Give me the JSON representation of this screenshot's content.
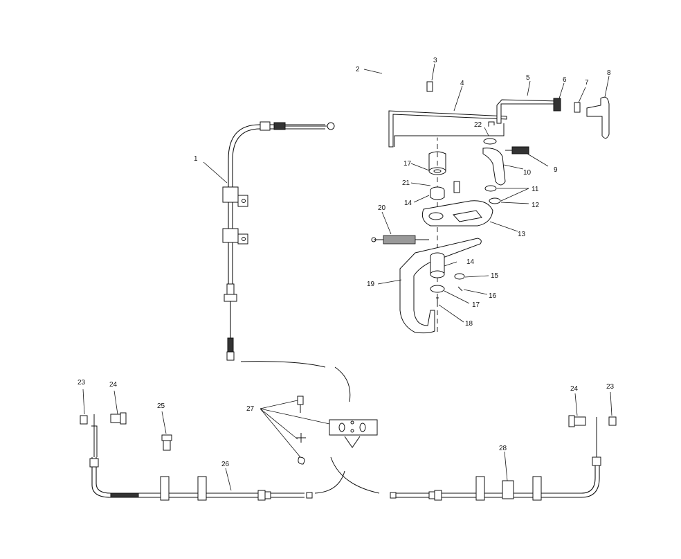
{
  "diagram": {
    "callouts": [
      {
        "id": "c1",
        "text": "1"
      },
      {
        "id": "c2",
        "text": "2"
      },
      {
        "id": "c3",
        "text": "3"
      },
      {
        "id": "c4",
        "text": "4"
      },
      {
        "id": "c5",
        "text": "5"
      },
      {
        "id": "c6",
        "text": "6"
      },
      {
        "id": "c7",
        "text": "7"
      },
      {
        "id": "c8",
        "text": "8"
      },
      {
        "id": "c9",
        "text": "9"
      },
      {
        "id": "c10",
        "text": "10"
      },
      {
        "id": "c11",
        "text": "11"
      },
      {
        "id": "c12",
        "text": "12"
      },
      {
        "id": "c13",
        "text": "13"
      },
      {
        "id": "c14a",
        "text": "14"
      },
      {
        "id": "c14b",
        "text": "14"
      },
      {
        "id": "c15",
        "text": "15"
      },
      {
        "id": "c16",
        "text": "16"
      },
      {
        "id": "c17a",
        "text": "17"
      },
      {
        "id": "c17b",
        "text": "17"
      },
      {
        "id": "c18",
        "text": "18"
      },
      {
        "id": "c19",
        "text": "19"
      },
      {
        "id": "c20",
        "text": "20"
      },
      {
        "id": "c21",
        "text": "21"
      },
      {
        "id": "c22",
        "text": "22"
      },
      {
        "id": "c23a",
        "text": "23"
      },
      {
        "id": "c23b",
        "text": "23"
      },
      {
        "id": "c24a",
        "text": "24"
      },
      {
        "id": "c24b",
        "text": "24"
      },
      {
        "id": "c25",
        "text": "25"
      },
      {
        "id": "c26",
        "text": "26"
      },
      {
        "id": "c27",
        "text": "27"
      },
      {
        "id": "c28",
        "text": "28"
      }
    ]
  }
}
